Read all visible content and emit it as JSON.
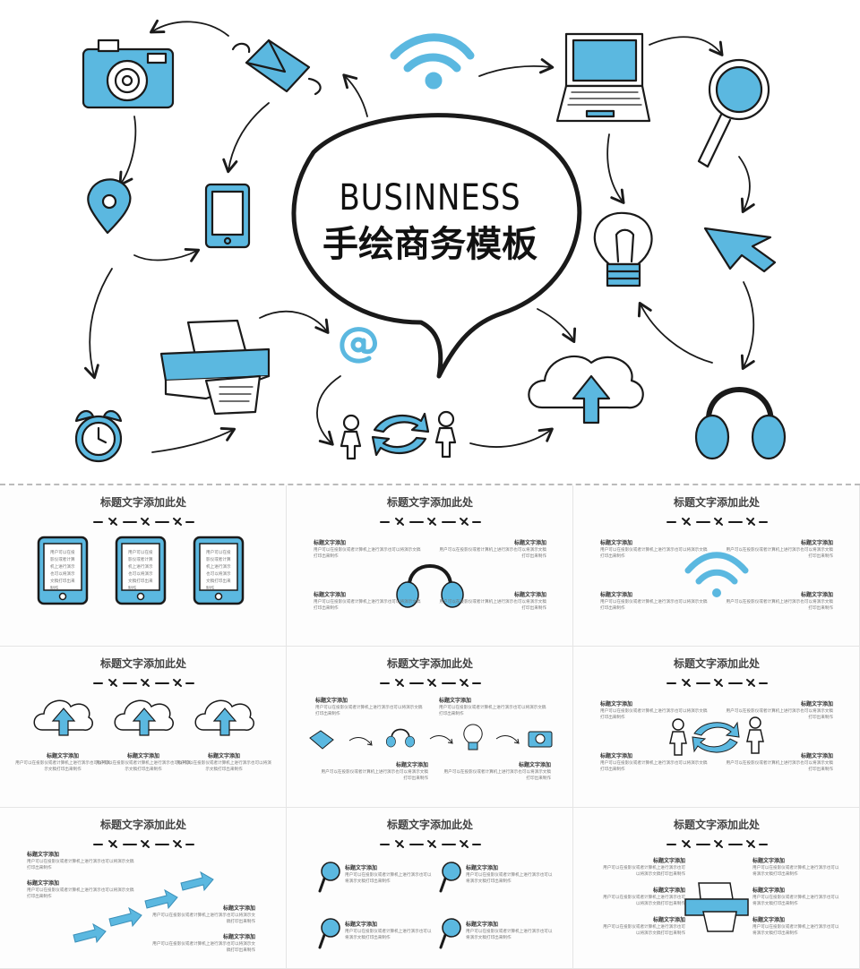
{
  "hero": {
    "title_en": "BUSINNESS",
    "title_cn": "手绘商务模板"
  },
  "colors": {
    "accent": "#5bb8e0",
    "ink": "#1a1a1a"
  },
  "slides": [
    {
      "title": "标题文字添加此处",
      "layout": "phones",
      "icon": "phone-icon",
      "items": [
        {
          "body": "用户可以在投影仪或者计算机上进行演示也可以将演示文稿打印出来制作"
        },
        {
          "body": "用户可以在投影仪或者计算机上进行演示也可以将演示文稿打印出来制作"
        },
        {
          "body": "用户可以在投影仪或者计算机上进行演示也可以将演示文稿打印出来制作"
        }
      ]
    },
    {
      "title": "标题文字添加此处",
      "layout": "center4",
      "icon": "headphones-icon",
      "items": [
        {
          "heading": "标题文字添加",
          "body": "用户可以在投影仪或者计算机上进行演示也可以将演示文稿打印出来制作"
        },
        {
          "heading": "标题文字添加",
          "body": "用户可以在投影仪或者计算机上进行演示也可以将演示文稿打印出来制作"
        },
        {
          "heading": "标题文字添加",
          "body": "用户可以在投影仪或者计算机上进行演示也可以将演示文稿打印出来制作"
        },
        {
          "heading": "标题文字添加",
          "body": "用户可以在投影仪或者计算机上进行演示也可以将演示文稿打印出来制作"
        }
      ]
    },
    {
      "title": "标题文字添加此处",
      "layout": "center4",
      "icon": "wifi-icon",
      "items": [
        {
          "heading": "标题文字添加",
          "body": "用户可以在投影仪或者计算机上进行演示也可以将演示文稿打印出来制作"
        },
        {
          "heading": "标题文字添加",
          "body": "用户可以在投影仪或者计算机上进行演示也可以将演示文稿打印出来制作"
        },
        {
          "heading": "标题文字添加",
          "body": "用户可以在投影仪或者计算机上进行演示也可以将演示文稿打印出来制作"
        },
        {
          "heading": "标题文字添加",
          "body": "用户可以在投影仪或者计算机上进行演示也可以将演示文稿打印出来制作"
        }
      ]
    },
    {
      "title": "标题文字添加此处",
      "layout": "clouds",
      "icon": "cloud-upload-icon",
      "items": [
        {
          "heading": "标题文字添加",
          "body": "用户可以在投影仪或者计算机上进行演示也可以将演示文稿打印出来制作"
        },
        {
          "heading": "标题文字添加",
          "body": "用户可以在投影仪或者计算机上进行演示也可以将演示文稿打印出来制作"
        },
        {
          "heading": "标题文字添加",
          "body": "用户可以在投影仪或者计算机上进行演示也可以将演示文稿打印出来制作"
        }
      ]
    },
    {
      "title": "标题文字添加此处",
      "layout": "flow",
      "icon": "flow-icons",
      "items": [
        {
          "heading": "标题文字添加",
          "body": "用户可以在投影仪或者计算机上进行演示也可以将演示文稿打印出来制作"
        },
        {
          "heading": "标题文字添加",
          "body": "用户可以在投影仪或者计算机上进行演示也可以将演示文稿打印出来制作"
        },
        {
          "heading": "标题文字添加",
          "body": "用户可以在投影仪或者计算机上进行演示也可以将演示文稿打印出来制作"
        },
        {
          "heading": "标题文字添加",
          "body": "用户可以在投影仪或者计算机上进行演示也可以将演示文稿打印出来制作"
        }
      ]
    },
    {
      "title": "标题文字添加此处",
      "layout": "center4",
      "icon": "people-exchange-icon",
      "items": [
        {
          "heading": "标题文字添加",
          "body": "用户可以在投影仪或者计算机上进行演示也可以将演示文稿打印出来制作"
        },
        {
          "heading": "标题文字添加",
          "body": "用户可以在投影仪或者计算机上进行演示也可以将演示文稿打印出来制作"
        },
        {
          "heading": "标题文字添加",
          "body": "用户可以在投影仪或者计算机上进行演示也可以将演示文稿打印出来制作"
        },
        {
          "heading": "标题文字添加",
          "body": "用户可以在投影仪或者计算机上进行演示也可以将演示文稿打印出来制作"
        }
      ]
    },
    {
      "title": "标题文字添加此处",
      "layout": "steps",
      "icon": "arrow-steps-icon",
      "items": [
        {
          "heading": "标题文字添加",
          "body": "用户可以在投影仪或者计算机上进行演示也可以将演示文稿打印出来制作"
        },
        {
          "heading": "标题文字添加",
          "body": "用户可以在投影仪或者计算机上进行演示也可以将演示文稿打印出来制作"
        },
        {
          "heading": "标题文字添加",
          "body": "用户可以在投影仪或者计算机上进行演示也可以将演示文稿打印出来制作"
        },
        {
          "heading": "标题文字添加",
          "body": "用户可以在投影仪或者计算机上进行演示也可以将演示文稿打印出来制作"
        }
      ]
    },
    {
      "title": "标题文字添加此处",
      "layout": "magnifiers",
      "icon": "magnifier-icon",
      "items": [
        {
          "heading": "标题文字添加",
          "body": "用户可以在投影仪或者计算机上进行演示也可以将演示文稿打印出来制作"
        },
        {
          "heading": "标题文字添加",
          "body": "用户可以在投影仪或者计算机上进行演示也可以将演示文稿打印出来制作"
        },
        {
          "heading": "标题文字添加",
          "body": "用户可以在投影仪或者计算机上进行演示也可以将演示文稿打印出来制作"
        },
        {
          "heading": "标题文字添加",
          "body": "用户可以在投影仪或者计算机上进行演示也可以将演示文稿打印出来制作"
        }
      ]
    },
    {
      "title": "标题文字添加此处",
      "layout": "center6",
      "icon": "printer-icon",
      "items": [
        {
          "heading": "标题文字添加",
          "body": "用户可以在投影仪或者计算机上进行演示也可以将演示文稿打印出来制作"
        },
        {
          "heading": "标题文字添加",
          "body": "用户可以在投影仪或者计算机上进行演示也可以将演示文稿打印出来制作"
        },
        {
          "heading": "标题文字添加",
          "body": "用户可以在投影仪或者计算机上进行演示也可以将演示文稿打印出来制作"
        },
        {
          "heading": "标题文字添加",
          "body": "用户可以在投影仪或者计算机上进行演示也可以将演示文稿打印出来制作"
        },
        {
          "heading": "标题文字添加",
          "body": "用户可以在投影仪或者计算机上进行演示也可以将演示文稿打印出来制作"
        },
        {
          "heading": "标题文字添加",
          "body": "用户可以在投影仪或者计算机上进行演示也可以将演示文稿打印出来制作"
        }
      ]
    }
  ]
}
